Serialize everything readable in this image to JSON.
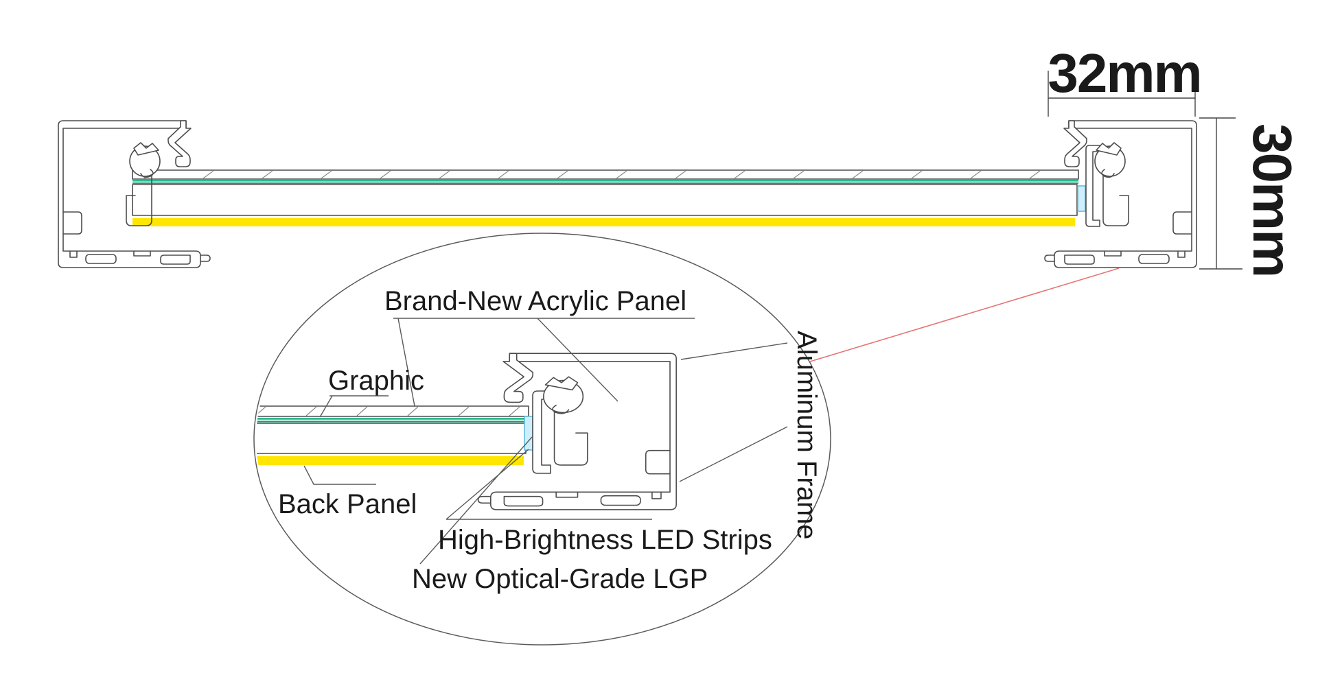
{
  "diagram": {
    "dimensions": {
      "width": "32mm",
      "height": "30mm"
    },
    "labels": {
      "acrylic_panel": "Brand-New Acrylic Panel",
      "graphic": "Graphic",
      "back_panel": "Back Panel",
      "led_strips": "High-Brightness LED Strips",
      "lgp": "New Optical-Grade LGP",
      "aluminum_frame": "Aluminum Frame"
    },
    "colors": {
      "back_panel_yellow": "#ffe600",
      "graphic_layer_green": "#00a878",
      "led_strip_cyan": "#cfeefb",
      "led_strip_cyan_border": "#5ab7d8",
      "callout_red": "#e57672",
      "outline_gray": "#4d4d4d",
      "text_black": "#1a1a1a"
    }
  }
}
